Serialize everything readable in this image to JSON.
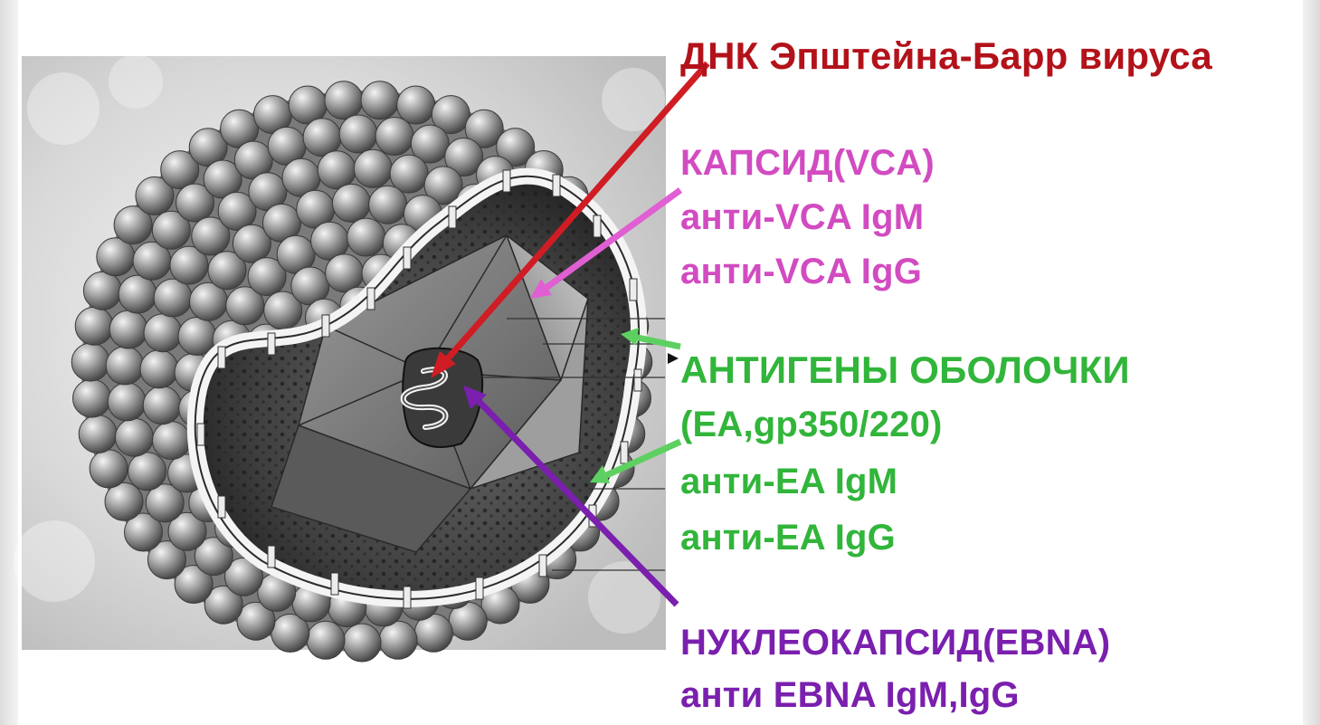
{
  "labels": {
    "dna": "ДНК Эпштейна-Барр вируса",
    "capsid": [
      "КАПСИД(VCA)",
      "анти-VCA IgM",
      "анти-VCA IgG"
    ],
    "envelope": [
      "АНТИГЕНЫ ОБОЛОЧКИ",
      "(EA,gp350/220)",
      "анти-EA IgM",
      "анти-EA IgG"
    ],
    "nucleocapsid": [
      "НУКЛЕОКАПСИД(EBNA)",
      "анти EBNA IgM,IgG"
    ]
  },
  "colors": {
    "dna": "#b3121a",
    "capsid": "#d24bc1",
    "envelope": "#31b53a",
    "nucleocapsid": "#7a1fae"
  }
}
